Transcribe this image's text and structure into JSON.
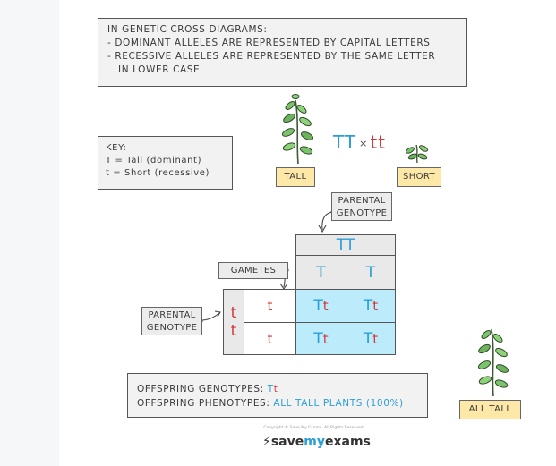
{
  "info": {
    "line1": "In genetic cross diagrams:",
    "line2_words": [
      "- Dominant",
      "alleles",
      "are",
      "represented",
      "by",
      "capital",
      "letters"
    ],
    "line3_words": [
      "- Recessive",
      "alleles",
      "are",
      "represented",
      "by",
      "the",
      "same",
      "letter"
    ],
    "line4": "in lower case"
  },
  "key": {
    "title": "Key:",
    "tall": "T = Tall   (dominant)",
    "short": "t = Short  (recessive)"
  },
  "parents": {
    "tall_label": "Tall",
    "short_label": "Short",
    "tall_genotype": "TT",
    "short_genotype": "tt",
    "cross_symbol": "×"
  },
  "callouts": {
    "parental_top": "Parental genotype",
    "gametes": "Gametes",
    "parental_left": "Parental genotype"
  },
  "punnett": {
    "top_parent": "TT",
    "top_gametes": [
      "T",
      "T"
    ],
    "left_parent": [
      "t",
      "t"
    ],
    "left_gametes": [
      "t",
      "t"
    ],
    "offspring": [
      [
        {
          "dom": "T",
          "rec": "t"
        },
        {
          "dom": "T",
          "rec": "t"
        }
      ],
      [
        {
          "dom": "T",
          "rec": "t"
        },
        {
          "dom": "T",
          "rec": "t"
        }
      ]
    ]
  },
  "offspring": {
    "genotypes_label": "Offspring genotypes:",
    "genotypes_dom": "T",
    "genotypes_rec": "t",
    "phenotypes_label": "Offspring phenotypes:",
    "phenotypes_value": "All tall plants (100%)",
    "all_tall_label": "All tall"
  },
  "footer": {
    "copyright": "Copyright © Save My Exams. All Rights Reserved",
    "logo_save": "save",
    "logo_my": "my",
    "logo_exams": "exams"
  },
  "colors": {
    "dominant": "#2a9fd6",
    "recessive": "#d53a3a",
    "cell_highlight": "#bcecfb",
    "label_tag": "#fde8a8"
  }
}
